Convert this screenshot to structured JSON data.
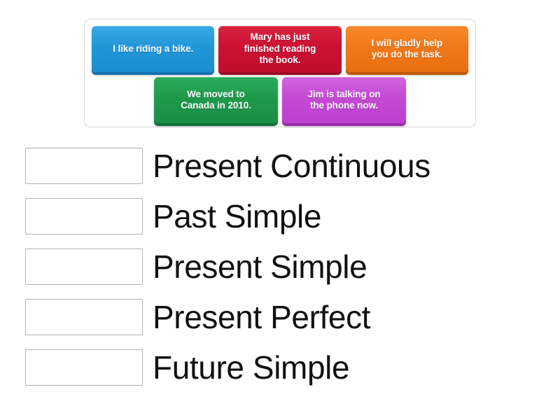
{
  "activity": {
    "type": "match-up",
    "tray": {
      "tiles": [
        {
          "text": "I like riding a bike.",
          "color": "#2196d9",
          "color_name": "blue",
          "lines": [
            "I like riding a bike."
          ]
        },
        {
          "text": "Mary has just finished reading the book.",
          "color": "#cc1133",
          "color_name": "red",
          "lines": [
            "Mary has just",
            "finished reading",
            "the book."
          ]
        },
        {
          "text": "I will gladly help you do the task.",
          "color": "#f07818",
          "color_name": "orange",
          "lines": [
            "I will gladly help",
            "you do the task."
          ]
        },
        {
          "text": "We moved to Canada in 2010.",
          "color": "#1f9a4d",
          "color_name": "green",
          "lines": [
            "We moved to",
            "Canada in 2010."
          ]
        },
        {
          "text": "Jim is talking on the phone now.",
          "color": "#c44ad4",
          "color_name": "magenta",
          "lines": [
            "Jim is talking on",
            "the phone now."
          ]
        }
      ]
    },
    "answers": [
      {
        "label": "Present Continuous",
        "dropped": ""
      },
      {
        "label": "Past Simple",
        "dropped": ""
      },
      {
        "label": "Present Simple",
        "dropped": ""
      },
      {
        "label": "Present Perfect",
        "dropped": ""
      },
      {
        "label": "Future Simple",
        "dropped": ""
      }
    ],
    "palette": {
      "background": "#ffffff",
      "tray_border": "#d8d8d8",
      "dropzone_border": "#b2b2b2",
      "label_text": "#111111",
      "tile_text": "#ffffff"
    }
  }
}
